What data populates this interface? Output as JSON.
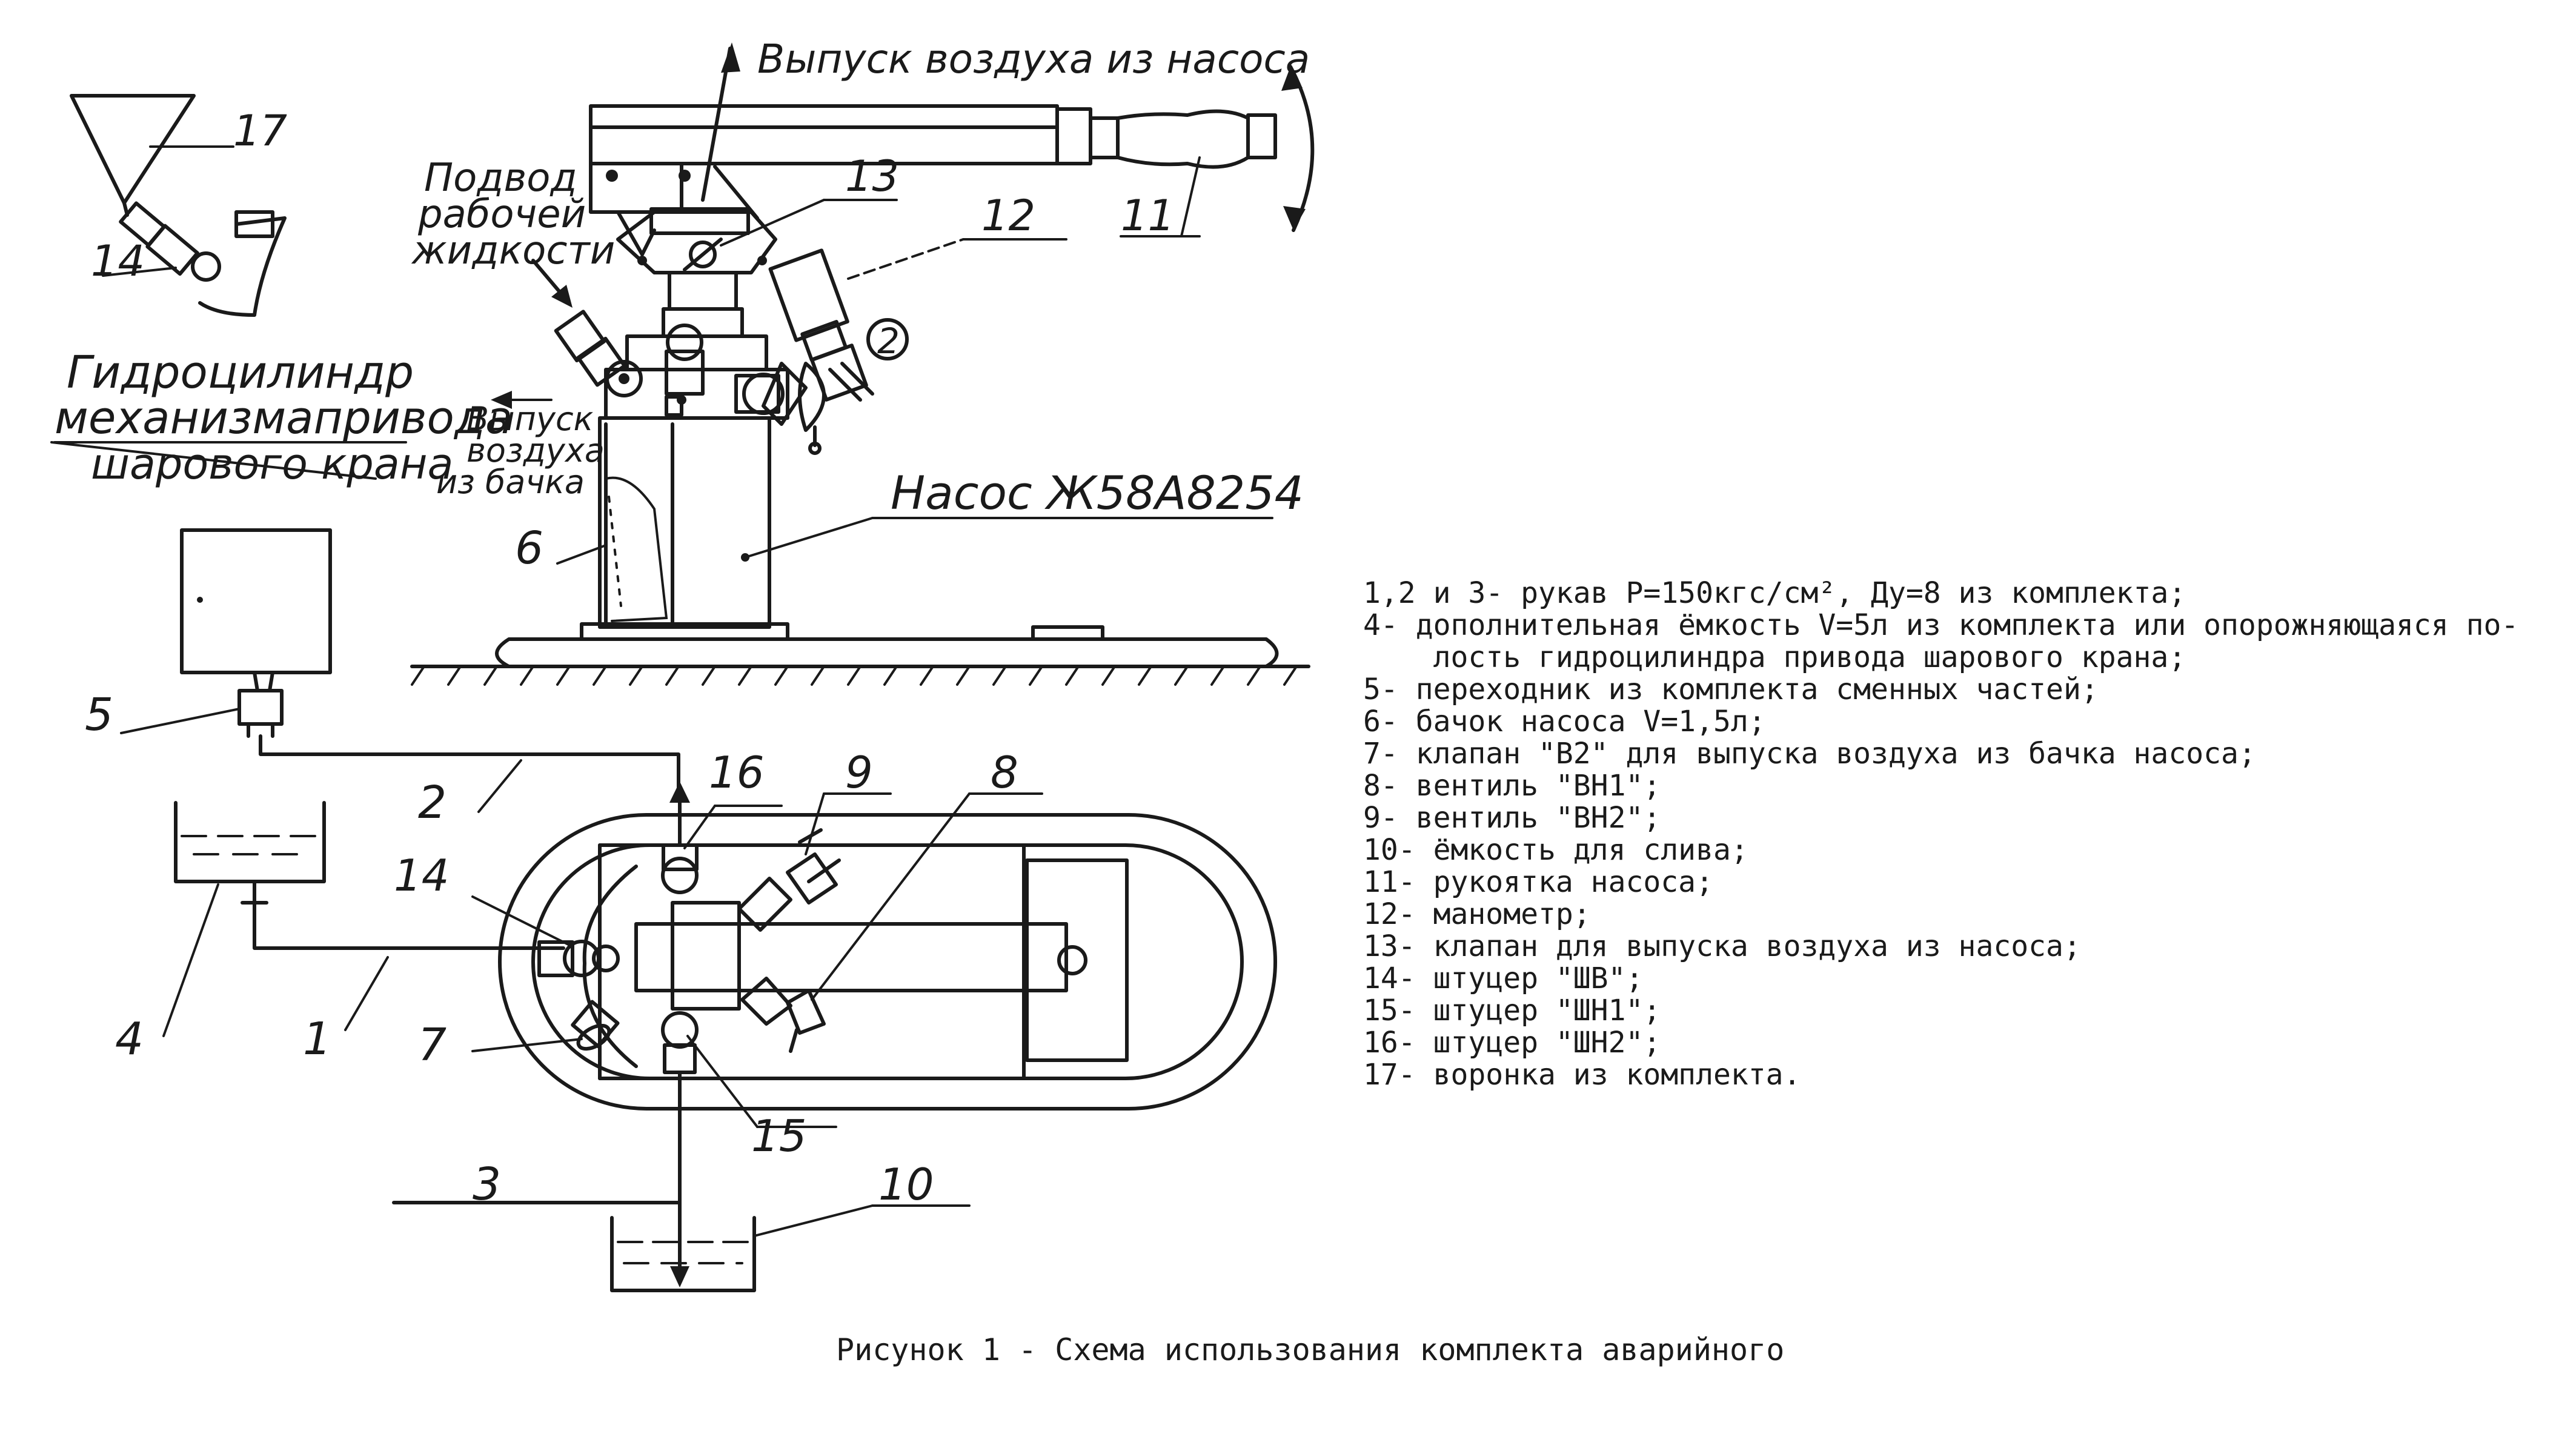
{
  "labels": {
    "air_release_pump": "Выпуск воздуха из насоса",
    "supply_1": "Подвод",
    "supply_2": "рабочей",
    "supply_3": "жидкости",
    "cyl_1": "Гидроцилиндр",
    "cyl_2": "механизмапривода",
    "cyl_3": "шарового крана",
    "tank_air_1": "Выпуск",
    "tank_air_2": "воздуха",
    "tank_air_3": "из бачка",
    "pump_name": "Насос Ж58А8254"
  },
  "callouts": {
    "n1": "1",
    "n2": "2",
    "n3": "3",
    "n4": "4",
    "n5": "5",
    "n6": "6",
    "n7": "7",
    "n8": "8",
    "n9": "9",
    "n10": "10",
    "n11": "11",
    "n12": "12",
    "n13": "13",
    "n14a": "14",
    "n14b": "14",
    "n15": "15",
    "n16": "16",
    "n17": "17",
    "gauge": "2"
  },
  "legend": {
    "items": [
      "1,2 и 3- рукав Р=150кгс/см², Ду=8 из комплекта;",
      "4- дополнительная ёмкость V=5л из комплекта или опорожняющаяся по-",
      "    лость гидроцилиндра привода шарового крана;",
      "5- переходник из комплекта сменных частей;",
      "6- бачок насоса V=1,5л;",
      "7- клапан \"В2\" для выпуска воздуха из бачка насоса;",
      "8- вентиль \"ВН1\";",
      "9- вентиль \"ВН2\";",
      "10- ёмкость для слива;",
      "11- рукоятка насоса;",
      "12- манометр;",
      "13- клапан для выпуска воздуха из насоса;",
      "14- штуцер \"ШВ\";",
      "15- штуцер \"ШН1\";",
      "16- штуцер \"ШН2\";",
      "17- воронка из комплекта."
    ]
  },
  "caption": "Рисунок 1 - Схема использования комплекта аварийного"
}
